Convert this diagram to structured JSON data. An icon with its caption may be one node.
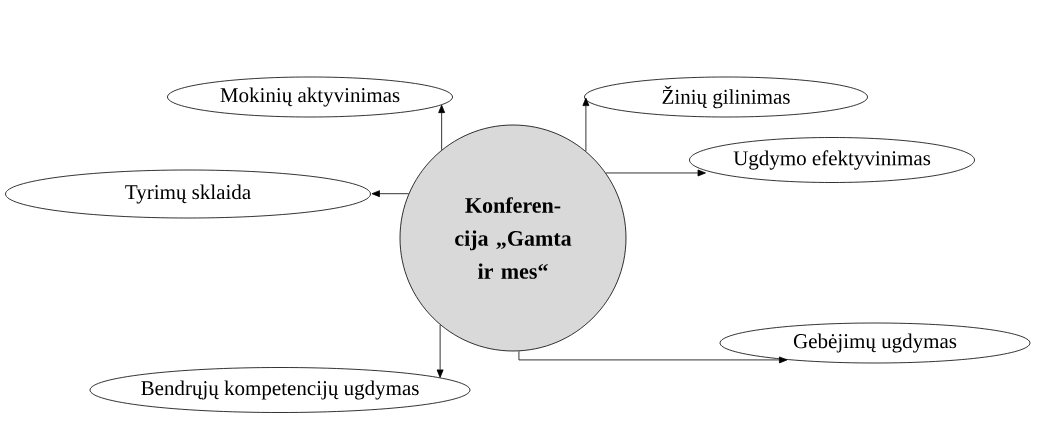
{
  "diagram": {
    "nodes": [
      {
        "text": [
          "Mokinių aktyvinimas"
        ]
      },
      {
        "text": [
          "Žinių gilinimas"
        ]
      },
      {
        "text": [
          "Ugdymo efektyvinimas"
        ]
      },
      {
        "text": [
          "Tyrimų sklaida"
        ]
      },
      {
        "text": [
          "Gebėjimų ugdymas"
        ]
      },
      {
        "text": [
          "Bendrųjų kompetencijų ugdymas"
        ]
      },
      {
        "text": [
          "Konferen- cija „Gamta ir mes“"
        ]
      }
    ],
    "edges": [
      {
        "from": 6,
        "to": 0,
        "arrow": "to"
      },
      {
        "from": 6,
        "to": 1,
        "arrow": "to"
      },
      {
        "from": 6,
        "to": 2,
        "arrow": "to"
      },
      {
        "from": 6,
        "to": 3,
        "arrow": "to"
      },
      {
        "from": 6,
        "to": 4,
        "arrow": "to"
      },
      {
        "from": 6,
        "to": 5,
        "arrow": "to"
      }
    ]
  }
}
